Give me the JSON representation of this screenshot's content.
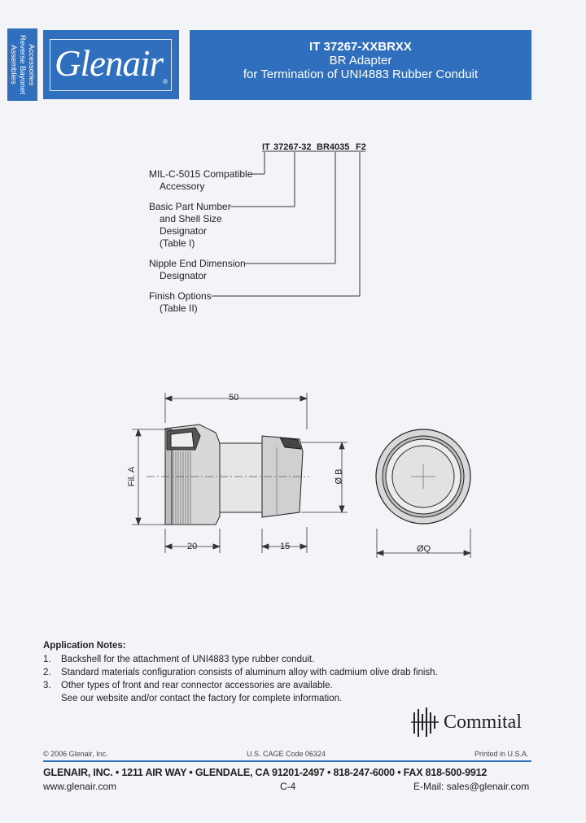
{
  "side_tab": {
    "lines": [
      "Accessories",
      "Reverse Bayonet",
      "Assemblies"
    ]
  },
  "logo": {
    "text": "Glenair",
    "registered": "®"
  },
  "title": {
    "line1": "IT 37267-XXBRXX",
    "line2": "BR Adapter",
    "line3": "for Termination of UNI4883 Rubber Conduit"
  },
  "part_number": {
    "p1": "IT",
    "p2": "37267-32",
    "p3": "BR4035",
    "p4": "F2"
  },
  "callouts": [
    {
      "lines": [
        "MIL-C-5015 Compatible",
        "Accessory"
      ]
    },
    {
      "lines": [
        "Basic Part Number",
        "and Shell Size",
        "Designator",
        "(Table I)"
      ]
    },
    {
      "lines": [
        "Nipple End Dimension",
        "Designator"
      ]
    },
    {
      "lines": [
        "Finish Options",
        "(Table II)"
      ]
    }
  ],
  "drawing": {
    "overall_length": "50",
    "left_length": "20",
    "right_length": "15",
    "fil_label": "Fil. A",
    "b_label": "Ø B",
    "q_label": "ØQ"
  },
  "notes": {
    "heading": "Application Notes:",
    "items": [
      {
        "num": "1.",
        "text": "Backshell for the attachment of UNI4883 type rubber conduit."
      },
      {
        "num": "2.",
        "text": "Standard materials configuration consists of aluminum alloy with cadmium olive drab finish."
      },
      {
        "num": "3.",
        "text": "Other types of front and rear connector accessories are available."
      },
      {
        "num": "",
        "text": "See our website and/or contact the factory for complete information."
      }
    ]
  },
  "commital": "Commital",
  "footer": {
    "copyright": "© 2006 Glenair, Inc.",
    "cage": "U.S. CAGE Code 06324",
    "printed": "Printed in U.S.A.",
    "address": "GLENAIR, INC. • 1211 AIR WAY • GLENDALE, CA 91201-2497 • 818-247-6000 • FAX 818-500-9912",
    "website": "www.glenair.com",
    "page": "C-4",
    "email": "E-Mail: sales@glenair.com"
  },
  "colors": {
    "brand_blue": "#2f6fbd"
  }
}
